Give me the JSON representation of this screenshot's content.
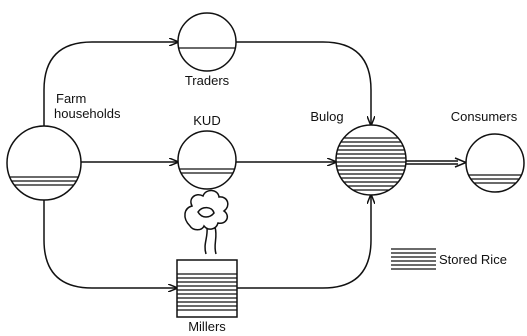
{
  "nodes": {
    "farm_line1": "Farm",
    "farm_line2": "households",
    "traders": "Traders",
    "kud": "KUD",
    "bulog": "Bulog",
    "consumers": "Consumers",
    "millers": "Millers"
  },
  "legend": {
    "stored_rice": "Stored Rice"
  }
}
